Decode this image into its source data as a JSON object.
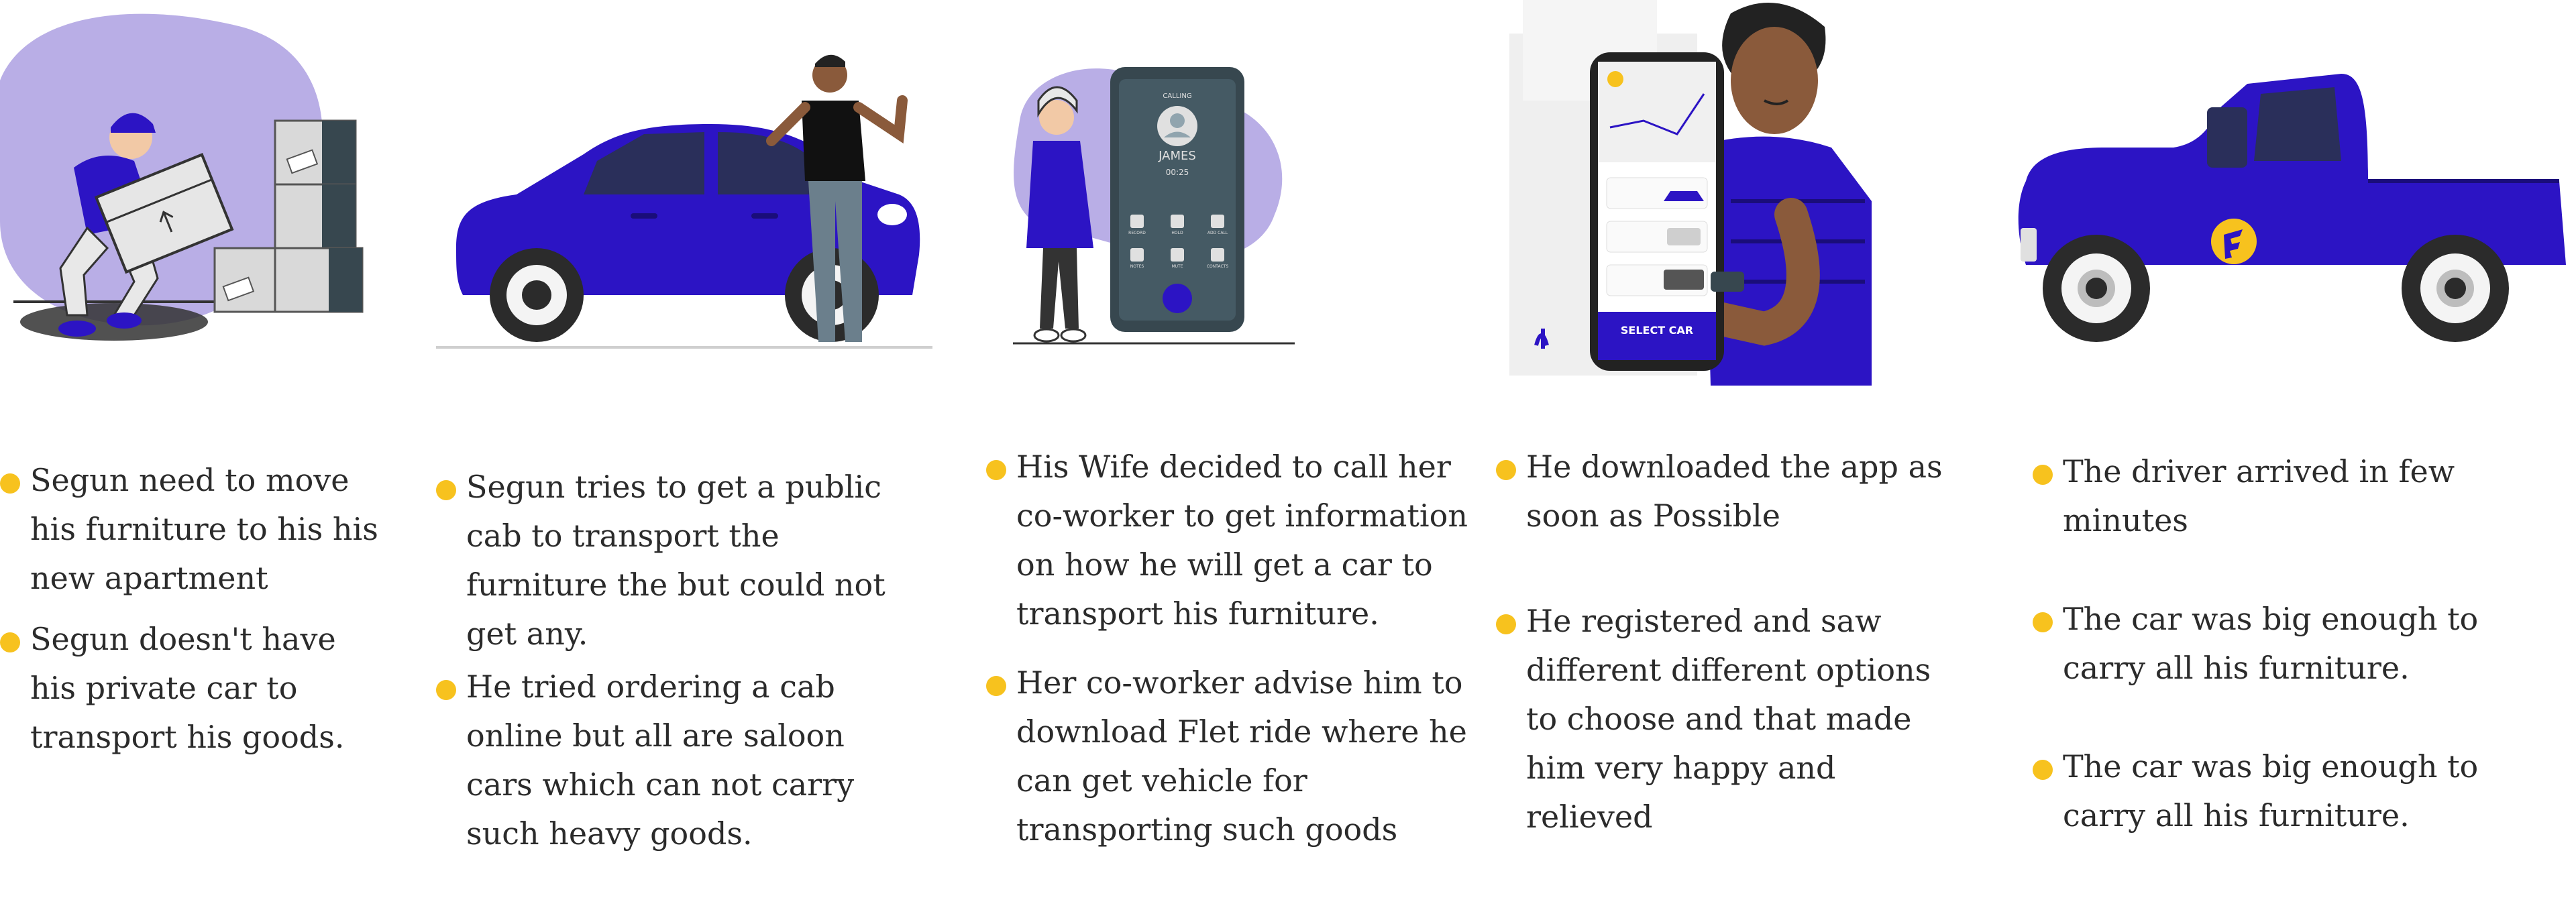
{
  "colors": {
    "brand_purple": "#2c14c4",
    "lavender": "#b9aee6",
    "bullet_yellow": "#f7c21e",
    "text": "#2b2b2b"
  },
  "illustrations": [
    {
      "name": "mover-with-boxes",
      "icon": "box-icon"
    },
    {
      "name": "man-beside-saloon-car",
      "icon": "car-icon"
    },
    {
      "name": "woman-phone-call",
      "icon": "phone-icon"
    },
    {
      "name": "man-with-app",
      "icon": "mobile-app-icon"
    },
    {
      "name": "pickup-truck",
      "icon": "truck-icon"
    }
  ],
  "phone_call": {
    "label": "CALLING",
    "caller": "JAMES",
    "timer": "00:25",
    "controls": [
      "RECORD",
      "HOLD",
      "ADD CALL",
      "NOTES",
      "MUTE",
      "CONTACTS"
    ]
  },
  "app_screen": {
    "button": "SELECT CAR"
  },
  "columns": [
    {
      "items": [
        "Segun need to move his furniture to his his new apartment",
        "Segun doesn't have his private car to transport his goods."
      ]
    },
    {
      "items": [
        "Segun tries to get a public cab to transport the furniture the but could not get any.",
        "He tried ordering a cab online but all are saloon cars which can not carry such heavy goods."
      ]
    },
    {
      "items": [
        "His Wife decided to call her co-worker to get information on how he will get a car to transport his furniture.",
        "Her co-worker advise him to download Flet ride where he can get vehicle for transporting such goods"
      ]
    },
    {
      "items": [
        "He downloaded the app as soon as Possible",
        "He registered and saw different different options to choose and that made him very happy and relieved"
      ]
    },
    {
      "items": [
        "The driver arrived in few minutes",
        "The car was big enough to carry all his furniture.",
        "The car was big enough to carry all his furniture."
      ]
    }
  ]
}
